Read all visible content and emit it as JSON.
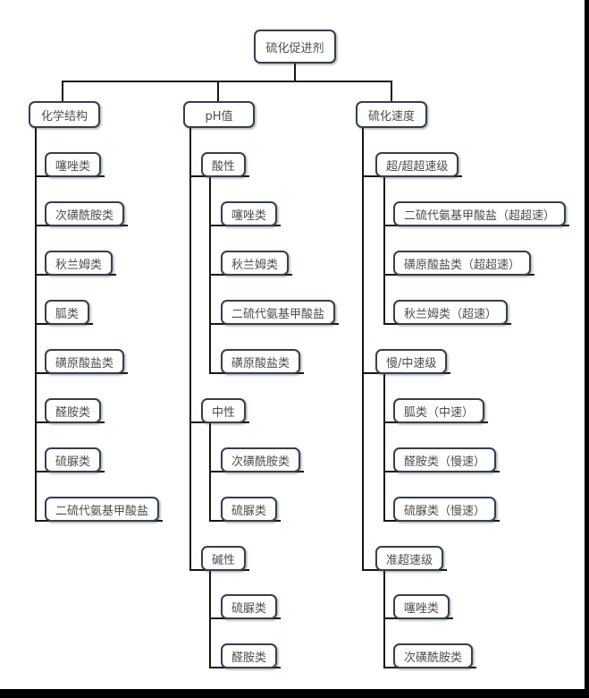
{
  "colors": {
    "background": "#ffffff",
    "box_border": "#33404e",
    "line": "#161616",
    "text": "#4d4d4d",
    "edge_bar": "#000000"
  },
  "diagram": {
    "root": {
      "id": "root",
      "label": "硫化促进剂"
    },
    "branches": [
      {
        "id": "chemical-structure",
        "label": "化学结构",
        "children": [
          {
            "id": "thiazoles",
            "label": "噻唑类"
          },
          {
            "id": "sulfenamides",
            "label": "次磺酰胺类"
          },
          {
            "id": "thiurams",
            "label": "秋兰姆类"
          },
          {
            "id": "guanidines",
            "label": "胍类"
          },
          {
            "id": "xanthates",
            "label": "磺原酸盐类"
          },
          {
            "id": "aldehyde-amines",
            "label": "醛胺类"
          },
          {
            "id": "thioureas",
            "label": "硫脲类"
          },
          {
            "id": "dithiocarbamates",
            "label": "二硫代氨基甲酸盐"
          }
        ]
      },
      {
        "id": "ph-value",
        "label": "pH值",
        "children": [
          {
            "id": "acidic",
            "label": "酸性",
            "children": [
              {
                "id": "acidic-thiazoles",
                "label": "噻唑类"
              },
              {
                "id": "acidic-thiurams",
                "label": "秋兰姆类"
              },
              {
                "id": "acidic-dithiocarbamates",
                "label": "二硫代氨基甲酸盐"
              },
              {
                "id": "acidic-xanthates",
                "label": "磺原酸盐类"
              }
            ]
          },
          {
            "id": "neutral",
            "label": "中性",
            "children": [
              {
                "id": "neutral-sulfenamides",
                "label": "次磺酰胺类"
              },
              {
                "id": "neutral-thioureas",
                "label": "硫脲类"
              }
            ]
          },
          {
            "id": "alkaline",
            "label": "碱性",
            "children": [
              {
                "id": "alkaline-thioureas",
                "label": "硫脲类"
              },
              {
                "id": "alkaline-aldehyde-amines",
                "label": "醛胺类"
              }
            ]
          }
        ]
      },
      {
        "id": "cure-speed",
        "label": "硫化速度",
        "children": [
          {
            "id": "ultra-ultra-fast",
            "label": "超/超超速级",
            "children": [
              {
                "id": "uuf-dithiocarbamates",
                "label": "二硫代氨基甲酸盐（超超速）"
              },
              {
                "id": "uuf-xanthates",
                "label": "磺原酸盐类（超超速）"
              },
              {
                "id": "uuf-thiurams",
                "label": "秋兰姆类（超速）"
              }
            ]
          },
          {
            "id": "slow-medium",
            "label": "慢/中速级",
            "children": [
              {
                "id": "sm-guanidines",
                "label": "胍类（中速）"
              },
              {
                "id": "sm-aldehyde-amines",
                "label": "醛胺类（慢速）"
              },
              {
                "id": "sm-thioureas",
                "label": "硫脲类（慢速）"
              }
            ]
          },
          {
            "id": "semi-ultra-fast",
            "label": "准超速级",
            "children": [
              {
                "id": "suf-thiazoles",
                "label": "噻唑类"
              },
              {
                "id": "suf-sulfenamides",
                "label": "次磺酰胺类"
              }
            ]
          }
        ]
      }
    ]
  }
}
